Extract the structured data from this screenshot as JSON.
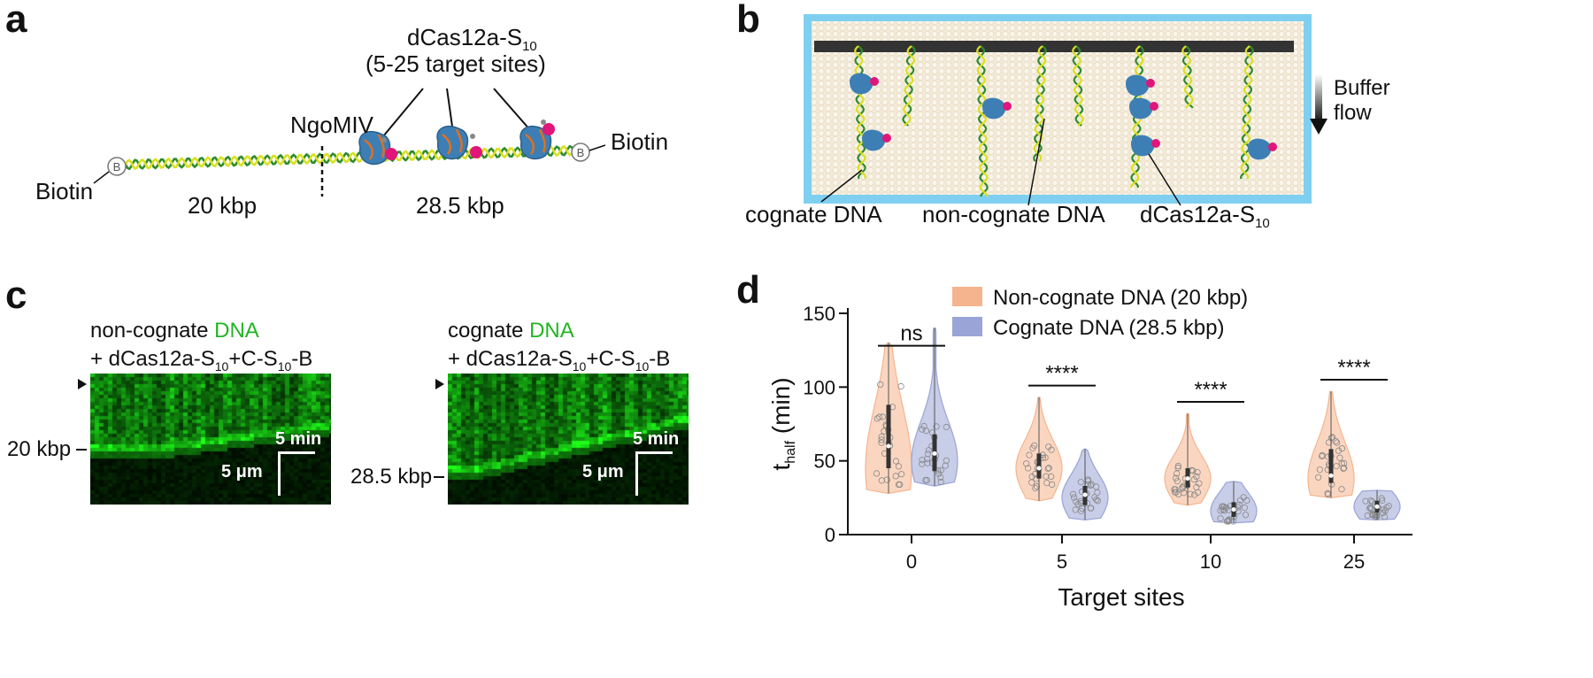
{
  "panels": {
    "a": {
      "label": "a",
      "protein": {
        "line1": "dCas12a-S",
        "line1_sub": "10",
        "line2": "(5-25 target sites)"
      },
      "enzyme": "NgoMIV",
      "biotin_left": "Biotin",
      "biotin_right": "Biotin",
      "biotin_marker": "B",
      "segment_left": "20 kbp",
      "segment_right": "28.5 kbp"
    },
    "b": {
      "label": "b",
      "flow_line1": "Buffer",
      "flow_line2": "flow",
      "label_cognate": "cognate DNA",
      "label_noncognate": "non-cognate DNA",
      "label_protein": "dCas12a-S",
      "label_protein_sub": "10"
    },
    "c": {
      "label": "c",
      "left": {
        "title_a": "non-cognate ",
        "title_b": "DNA",
        "sub_prefix": "+ dCas12a-S",
        "sub1": "10",
        "sub_mid": "+C-S",
        "sub2": "10",
        "sub_suffix": "-B",
        "length_label": "20 kbp",
        "time_bar": "5 min",
        "space_bar": "5 μm"
      },
      "right": {
        "title_a": "cognate ",
        "title_b": "DNA",
        "sub_prefix": "+ dCas12a-S",
        "sub1": "10",
        "sub_mid": "+C-S",
        "sub2": "10",
        "sub_suffix": "-B",
        "length_label": "28.5 kbp",
        "time_bar": "5 min",
        "space_bar": "5 μm"
      }
    },
    "d": {
      "label": "d"
    }
  },
  "chart_data": {
    "type": "violin",
    "xlabel": "Target sites",
    "ylabel": "t",
    "ylabel_sub": "half",
    "ylabel_unit": " (min)",
    "ylim": [
      0,
      150
    ],
    "yticks": [
      0,
      50,
      100,
      150
    ],
    "categories": [
      "0",
      "5",
      "10",
      "25"
    ],
    "legend_position": "top-right",
    "series": [
      {
        "name": "Non-cognate DNA (20 kbp)",
        "color": "#f6b48e",
        "min": [
          28,
          23,
          20,
          25
        ],
        "max": [
          130,
          93,
          82,
          97
        ],
        "q1": [
          45,
          38,
          32,
          35
        ],
        "median": [
          60,
          45,
          38,
          40
        ],
        "q3": [
          88,
          55,
          45,
          58
        ],
        "mode": [
          45,
          45,
          38,
          38
        ]
      },
      {
        "name": "Cognate DNA (28.5 kbp)",
        "color": "#9aa4d6",
        "min": [
          33,
          10,
          8,
          10
        ],
        "max": [
          140,
          58,
          36,
          30
        ],
        "q1": [
          43,
          20,
          12,
          15
        ],
        "median": [
          55,
          27,
          17,
          19
        ],
        "q3": [
          68,
          33,
          22,
          23
        ],
        "mode": [
          50,
          25,
          16,
          19
        ]
      }
    ],
    "significance": [
      "ns",
      "****",
      "****",
      "****"
    ]
  }
}
